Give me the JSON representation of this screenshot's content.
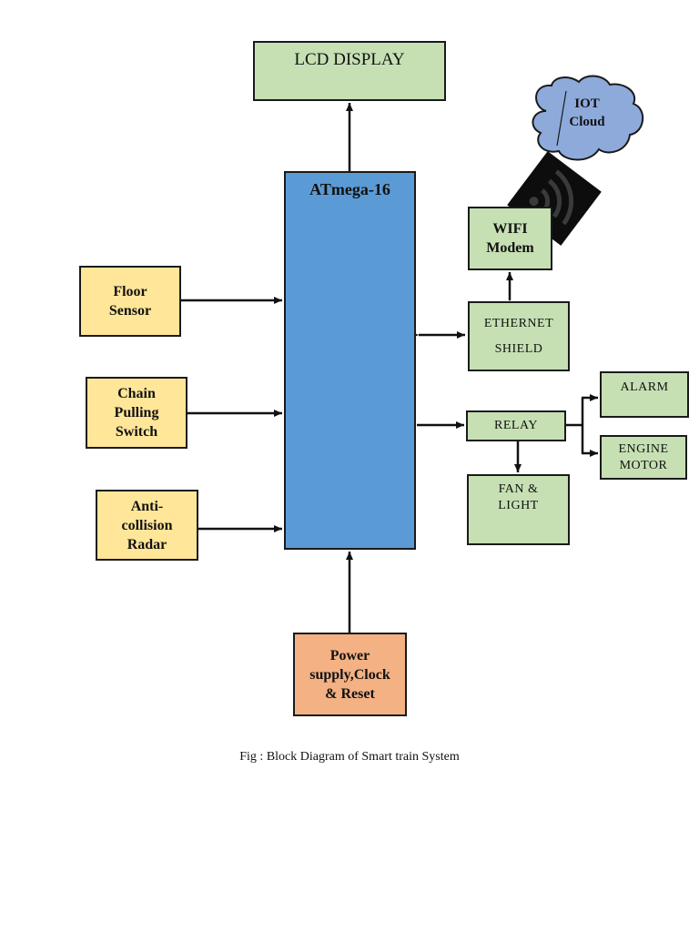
{
  "blocks": {
    "lcd_display": "LCD DISPLAY",
    "mcu": "ATmega-16",
    "iot_cloud": "IOT\nCloud",
    "wifi_modem": "WIFI\nModem",
    "floor_sensor": "Floor\nSensor",
    "ethernet_shield": "ETHERNET\n\nSHIELD",
    "chain_pulling_switch": "Chain\nPulling\nSwitch",
    "alarm": "ALARM",
    "relay": "RELAY",
    "engine_motor": "ENGINE\nMOTOR",
    "fan_light": "FAN &\nLIGHT",
    "anti_collision_radar": "Anti-\ncollision\nRadar",
    "power_supply": "Power\nsupply,Clock\n& Reset"
  },
  "caption": "Fig : Block Diagram of Smart train System",
  "colors": {
    "green": "#c6e0b4",
    "yellow": "#ffe699",
    "orange": "#f4b183",
    "blue": "#5b9bd5",
    "cloud": "#8eaadb"
  },
  "icons": {
    "wifi": "wifi-icon"
  }
}
